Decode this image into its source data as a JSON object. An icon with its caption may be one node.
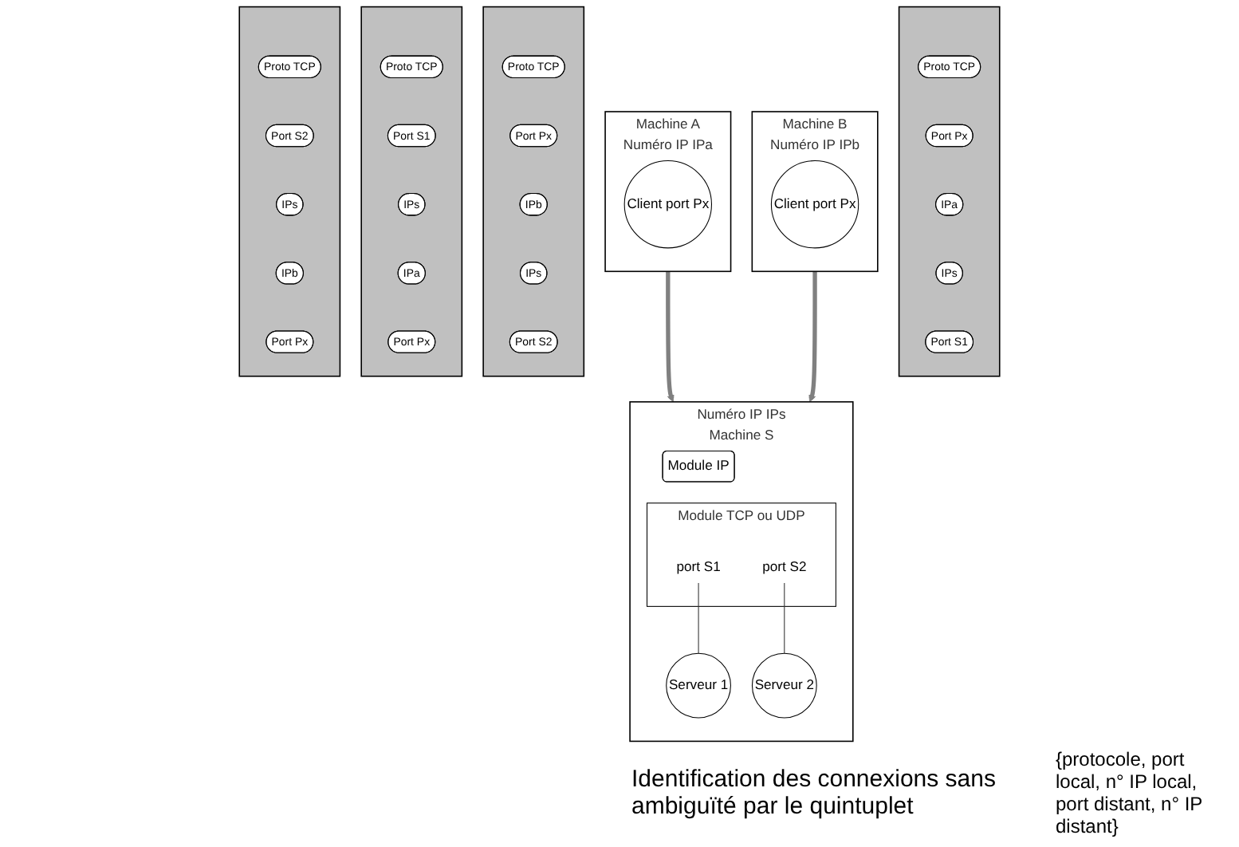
{
  "diagram": {
    "nodes": [
      {
        "text": [],
        "shape": "box"
      },
      {
        "text": [
          "Proto TCP"
        ],
        "in": 0
      },
      {
        "text": [
          "Port Px"
        ],
        "in": 0
      },
      {
        "text": [
          "IPa"
        ],
        "in": 0
      },
      {
        "text": [
          "IPs"
        ],
        "in": 0
      },
      {
        "text": [
          "Port S1"
        ],
        "in": 0
      },
      {
        "text": [
          "Machine A",
          "Numéro IP IPa"
        ]
      },
      {
        "text": [
          "Client port Px"
        ],
        "in": 6
      },
      {
        "text": [
          "Machine B",
          "Numéro IP IPb"
        ]
      },
      {
        "text": [
          "Client port Px"
        ],
        "in": 8
      },
      {
        "text": [],
        "shape": "box"
      },
      {
        "text": [
          "Proto TCP"
        ],
        "in": 10
      },
      {
        "text": [
          "Port Px"
        ],
        "in": 10
      },
      {
        "text": [
          "IPb"
        ],
        "in": 10
      },
      {
        "text": [
          "IPs"
        ],
        "in": 10
      },
      {
        "text": [
          "Port S2"
        ],
        "in": 10
      },
      {
        "text": [
          "Numéro IP IPs",
          "Machine S"
        ]
      },
      {
        "text": [
          "Module IP"
        ],
        "in": 16
      },
      {
        "text": [
          "Module TCP ou UDP"
        ],
        "in": 16
      },
      {
        "text": [
          "port S1"
        ],
        "in": 18
      },
      {
        "text": [
          "port S2"
        ],
        "in": 18
      },
      {
        "text": [
          "Serveur 1"
        ],
        "in": 16
      },
      {
        "text": [
          "Serveur 2"
        ],
        "in": 16
      },
      {
        "text": [],
        "shape": "box"
      },
      {
        "text": [
          "Proto TCP"
        ],
        "in": 23
      },
      {
        "text": [
          "Port S1"
        ],
        "in": 23
      },
      {
        "text": [
          "IPs"
        ],
        "in": 23
      },
      {
        "text": [
          "IPa"
        ],
        "in": 23
      },
      {
        "text": [
          "Port Px"
        ],
        "in": 23
      },
      {
        "text": [],
        "shape": "box"
      },
      {
        "text": [
          "Proto TCP"
        ],
        "in": 29
      },
      {
        "text": [
          "Port S2"
        ],
        "in": 29
      },
      {
        "text": [
          "IPs"
        ],
        "in": 29
      },
      {
        "text": [
          "IPb"
        ],
        "in": 29
      },
      {
        "text": [
          "Port Px"
        ],
        "in": 29
      }
    ],
    "edges": [
      {
        "from": 6,
        "to": 16,
        "arrow": "to",
        "style": "thick",
        "color": "#808080"
      },
      {
        "from": 8,
        "to": 16,
        "arrow": "to",
        "style": "thick",
        "color": "#808080"
      },
      {
        "from": 19,
        "to": 21,
        "arrow": "none"
      },
      {
        "from": 20,
        "to": 22,
        "arrow": "none"
      }
    ],
    "labels": [
      "Identification des connexions sans ambiguïté par le quintuplet",
      "{protocole, port local, n° IP local, port distant, n° IP distant}"
    ]
  }
}
